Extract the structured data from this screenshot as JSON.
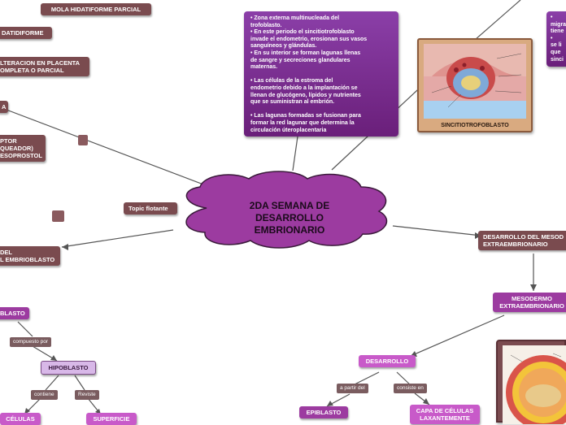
{
  "central": {
    "title_lines": [
      "2DA SEMANA DE",
      "DESARROLLO",
      "EMBRIONARIO"
    ]
  },
  "nodes": {
    "mola_parcial": "MOLA HIDATIFORME PARCIAL",
    "datidiforme": "DATIDIFORME",
    "alteracion": [
      "LTERACION EN PLACENTA",
      "OMPLETA O PARCIAL"
    ],
    "a_left": "A",
    "receptor": [
      "PTOR",
      "QUEADOR)",
      "ESOPROSTOL"
    ],
    "topic_flotante": "Topic flotante",
    "embrioblasto": [
      "DEL",
      "L EMBRIOBLASTO"
    ],
    "blasto": "BLASTO",
    "hipoblasto": "HIPOBLASTO",
    "celulas": "CÉLULAS",
    "superficie": "SUPERFICIE",
    "desarrollo_mesodermo": [
      "DESARROLLO DEL MESOD",
      "EXTRAEMBRIONARIO"
    ],
    "mesodermo": [
      "MESODERMO",
      "EXTRAEMBRIONARIO"
    ],
    "desarrollo": "DESARROLLO",
    "epiblasto": "EPIBLASTO",
    "capa_celulas": [
      "CAPA DE CÉLULAS",
      "LAXANTEMENTE"
    ],
    "sincitiotrofoblasto": "SINCITIOTROFOBLASTO"
  },
  "connector_labels": {
    "compuesto_por": "compuesto por",
    "contiene": "contiene",
    "reviste": "Reviste",
    "a_partir_del": "a partir del",
    "consiste_en": "consiste en"
  },
  "info_box": {
    "lines": [
      "•      Zona externa multinucleada del",
      "trofoblasto.",
      "•      En este periodo el sincitiotrofoblasto",
      "invade el endometrio, erosionan sus vasos",
      "sanguíneos y glándulas.",
      "•      En su interior se forman lagunas llenas",
      "de sangre y secreciones glandulares",
      "maternas.",
      "",
      "•      Las células de la estroma del",
      "endometrio debido a la implantación se",
      "llenan de glucógeno, lípidos y nutrientes",
      "que se suministran al embrión.",
      "",
      "•      Las lagunas formadas se fusionan para",
      "formar la red lagunar que determina la",
      "circulación úteroplacentaria"
    ]
  },
  "right_info": {
    "lines": [
      "•",
      "migra",
      "tiene",
      "•",
      "se li",
      "que",
      "sinci"
    ]
  },
  "colors": {
    "brown": "#7a4b4f",
    "purple": "#9c3ba0",
    "cloud": "#9c3ba0",
    "info": "#7a2a8f",
    "image_frame": "#d9aa80"
  }
}
